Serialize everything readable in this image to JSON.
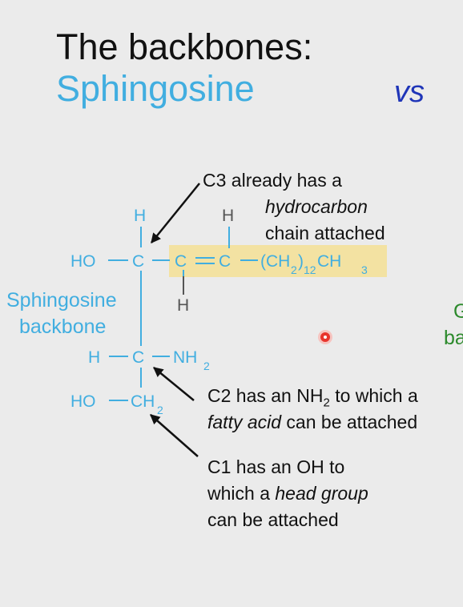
{
  "slide": {
    "title_line1": "The backbones:",
    "title_line2": "Sphingosine",
    "vs_label": "vs",
    "colors": {
      "background": "#ebebeb",
      "sphingosine_cyan": "#41aee0",
      "vs_blue": "#1f35b8",
      "highlight": "#f3e2a2",
      "glycerol_green": "#2c8a2c",
      "rec_dot": "#e8342c"
    }
  },
  "side_label": {
    "line1": "Sphingosine",
    "line2": "backbone"
  },
  "right_cutoff": {
    "line1": "G",
    "line2": "ba"
  },
  "molecule": {
    "ho_top": "HO",
    "ho_bottom": "HO",
    "c3": "C",
    "c2": "C",
    "c1": "CH",
    "c1_sub": "2",
    "h_top": "H",
    "h_c2": "H",
    "nh": "NH",
    "nh_sub": "2",
    "chain_c4": "C",
    "chain_c5": "C",
    "chain_h_top": "H",
    "chain_h_bottom": "H",
    "chain_group": "(CH",
    "chain_sub1": "2",
    "chain_paren": ")",
    "chain_sub2": "12",
    "chain_end": "CH",
    "chain_sub3": "3"
  },
  "annotations": {
    "c3": {
      "line1": "C3 already has a",
      "line2": "hydrocarbon",
      "line3": "chain attached"
    },
    "c2": {
      "line1_a": "C2 has an NH",
      "line1_sub": "2",
      "line1_b": " to which a",
      "line2_a": "fatty acid",
      "line2_b": " can be attached"
    },
    "c1": {
      "line1": "C1 has an OH to",
      "line2_a": "which a ",
      "line2_b": "head group",
      "line3": "can be attached"
    }
  },
  "icons": [
    "recording-indicator-icon",
    "arrow-icon"
  ]
}
